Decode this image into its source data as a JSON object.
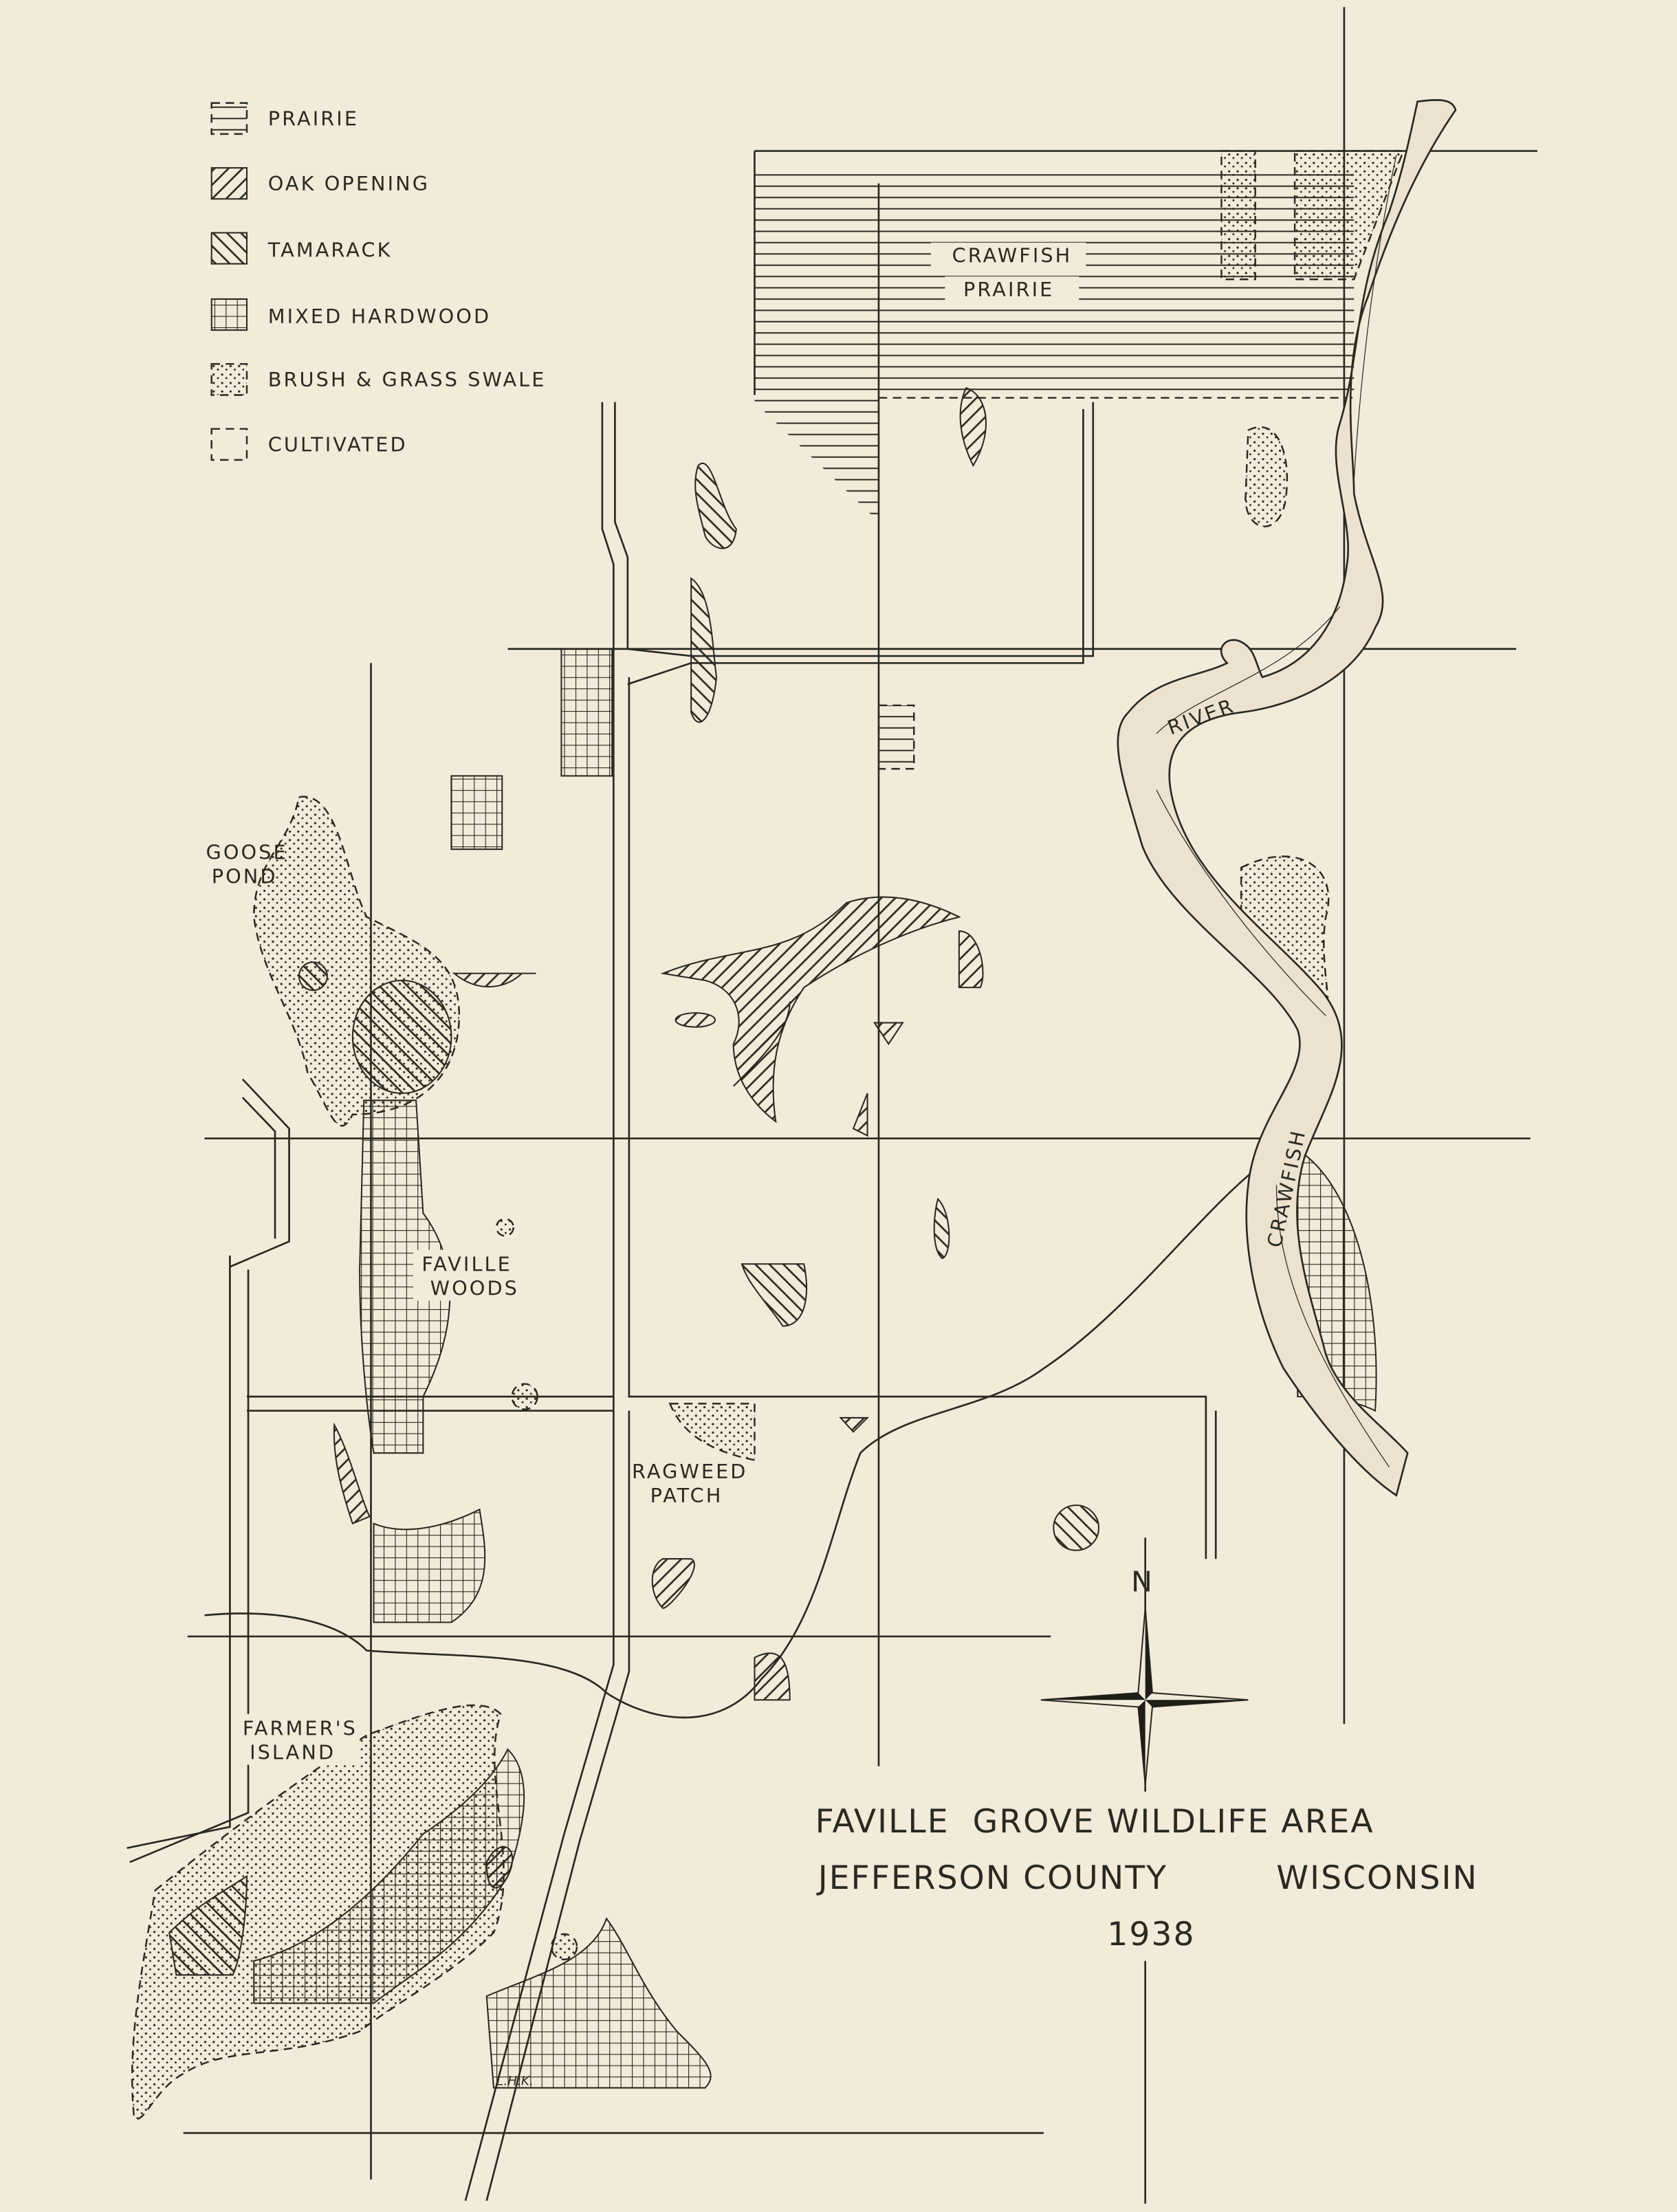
{
  "legend": [
    {
      "label": "PRAIRIE",
      "pattern": "prairie-horizontal-lines"
    },
    {
      "label": "OAK OPENING",
      "pattern": "oak-diagonal-hatch"
    },
    {
      "label": "TAMARACK",
      "pattern": "tamarack-reverse-hatch"
    },
    {
      "label": "MIXED HARDWOOD",
      "pattern": "hardwood-crosshatch"
    },
    {
      "label": "BRUSH & GRASS SWALE",
      "pattern": "brush-stipple"
    },
    {
      "label": "CULTIVATED",
      "pattern": "cultivated-dashed-outline"
    }
  ],
  "places": {
    "crawfish_prairie_1": "CRAWFISH",
    "crawfish_prairie_2": "PRAIRIE",
    "river_1": "RIVER",
    "river_2": "CRAWFISH",
    "goose_pond_1": "GOOSE",
    "goose_pond_2": "POND",
    "faville_woods_1": "FAVILLE",
    "faville_woods_2": "WOODS",
    "ragweed_1": "RAGWEED",
    "ragweed_2": "PATCH",
    "farmers_island_1": "FARMER'S",
    "farmers_island_2": "ISLAND"
  },
  "compass": {
    "north_label": "N"
  },
  "title": {
    "line1": "FAVILLE  GROVE WILDLIFE AREA",
    "county": "JEFFERSON COUNTY",
    "state": "WISCONSIN",
    "year": "1938"
  },
  "signature": "L.H.K.",
  "colors": {
    "paper": "#f3ebda",
    "ink": "#2a2a22"
  }
}
